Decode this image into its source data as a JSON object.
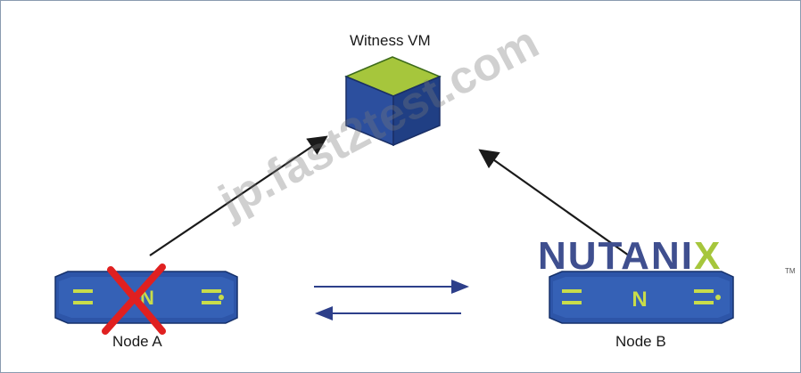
{
  "witness": {
    "label": "Witness VM"
  },
  "node_a": {
    "label": "Node A",
    "badge": "N",
    "status": "failed"
  },
  "node_b": {
    "label": "Node B",
    "badge": "N"
  },
  "brand": {
    "text": "NUTANI",
    "x": "X",
    "tm": "TM"
  },
  "watermark": {
    "text": "jp.fast2test.com"
  },
  "colors": {
    "cube_top": "#a6c63c",
    "cube_left": "#2c4f9e",
    "cube_right": "#203f84",
    "node_body": "#2d55a8",
    "node_accent": "#c8dc4a",
    "arrow": "#1a1a1a",
    "link_arrow": "#2d3f8a",
    "fail_cross": "#e02020"
  }
}
